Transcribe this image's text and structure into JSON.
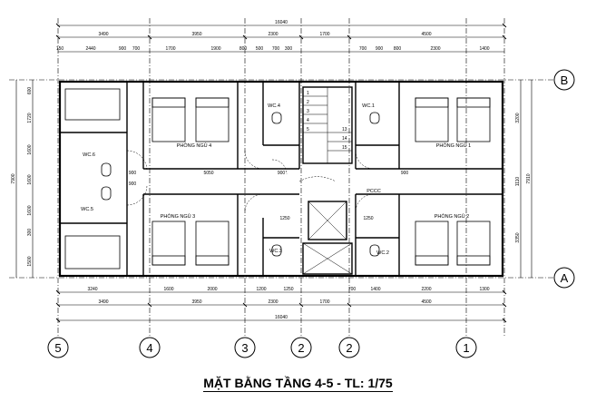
{
  "title": "MẶT BẰNG TẦNG 4-5 - TL: 1/75",
  "axes_bottom": [
    "5",
    "4",
    "3",
    "2",
    "2",
    "1"
  ],
  "axes_right": [
    "B",
    "A"
  ],
  "dims_top_total": "16040",
  "dims_top_row1": [
    "3490",
    "3950",
    "2300",
    "1700",
    "4500"
  ],
  "dims_top_row2": [
    "150",
    "2440",
    "900",
    "700",
    "1700",
    "1900",
    "800",
    "500",
    "700",
    "300",
    "700",
    "900",
    "800",
    "2300",
    "1400"
  ],
  "dims_bottom_row1": [
    "3240",
    "1600",
    "2000",
    "1200",
    "1250",
    "700",
    "1400",
    "2200",
    "1300"
  ],
  "dims_bottom_row2": [
    "3490",
    "3950",
    "2300",
    "1700",
    "4500"
  ],
  "dims_bottom_total": "16040",
  "dims_left": [
    "600",
    "1720",
    "1600",
    "1600",
    "1600",
    "300",
    "1500"
  ],
  "dims_left_total": "7900",
  "dims_right": [
    "3200",
    "1110",
    "3350"
  ],
  "dims_right_total": "7910",
  "rooms": {
    "bed4": "PHÒNG NGỦ 4",
    "bed3": "PHÒNG NGỦ 3",
    "bed1": "PHÒNG NGỦ 1",
    "bed2": "PHÒNG NGỦ 2",
    "wc6": "WC.6",
    "wc5": "WC.5",
    "wc4": "WC.4",
    "wc3": "WC.3",
    "wc1": "WC.1",
    "wc2": "WC.2",
    "pccc": "PCCC"
  },
  "corridor_dims": [
    "900",
    "5050",
    "900",
    "900",
    "1250",
    "1250",
    "900"
  ],
  "stair_numbers": [
    "1",
    "2",
    "3",
    "4",
    "5",
    "13",
    "14",
    "15"
  ]
}
